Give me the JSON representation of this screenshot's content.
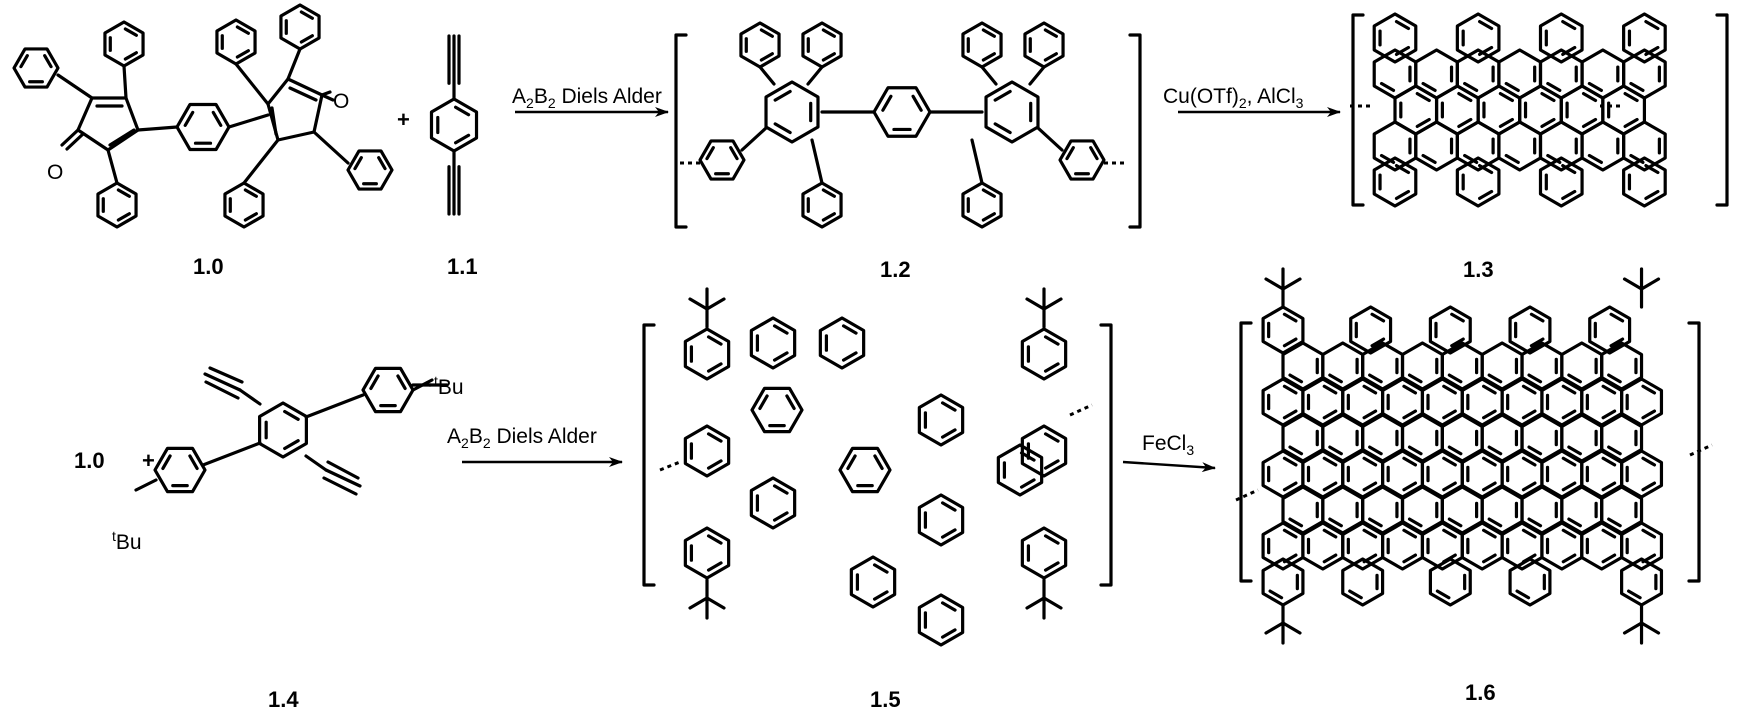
{
  "compound_labels": {
    "c10": "1.0",
    "c11": "1.1",
    "c12": "1.2",
    "c13": "1.3",
    "c10b": "1.0",
    "c14": "1.4",
    "c15": "1.5",
    "c16": "1.6"
  },
  "reagents": {
    "step1_prefix": "A",
    "step1_sub1": "2",
    "step1_mid": "B",
    "step1_sub2": "2",
    "step1_suffix": " Diels Alder",
    "step2_prefix": "Cu(OTf)",
    "step2_sub": "2",
    "step2_suffix": ", AlCl",
    "step2_sub2": "3",
    "step3_prefix": "A",
    "step3_sub1": "2",
    "step3_mid": "B",
    "step3_sub2": "2",
    "step3_suffix": " Diels Alder",
    "step4_prefix": "FeCl",
    "step4_sub": "3"
  },
  "plus_signs": {
    "top": "+",
    "bottom": "+"
  },
  "atoms": {
    "oxygen": "O",
    "tbu_sup": "t",
    "tbu": "Bu"
  }
}
